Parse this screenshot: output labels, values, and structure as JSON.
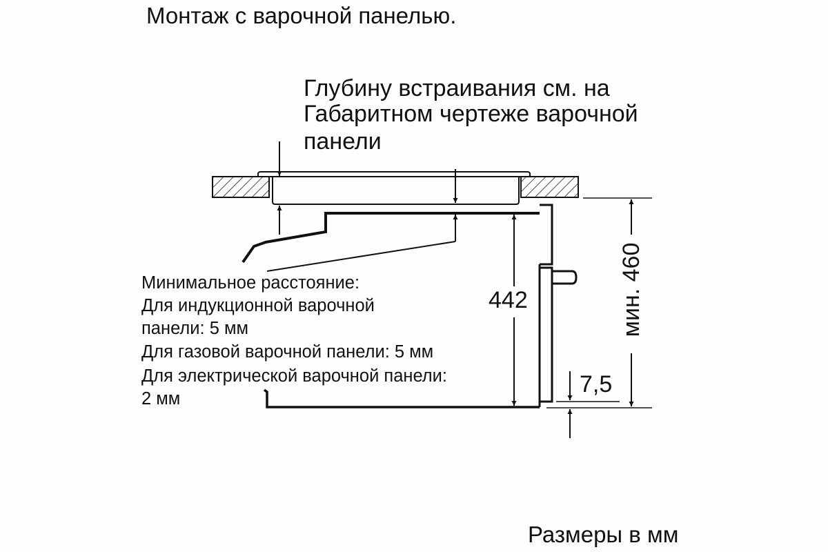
{
  "title": "Монтаж с варочной панелью.",
  "callout": [
    "Глубину встраивания см. на",
    "Габаритном чертеже варочной",
    "панели"
  ],
  "note": [
    "Минимальное расстояние:",
    "Для индукционной варочной",
    "панели: 5 мм",
    "Для газовой варочной панели: 5 мм",
    "Для электрической варочной панели:",
    "2 мм"
  ],
  "dimensions": {
    "oven_height": "442",
    "gap": "7,5",
    "min_height": "мин. 460"
  },
  "units": "Размеры в мм"
}
